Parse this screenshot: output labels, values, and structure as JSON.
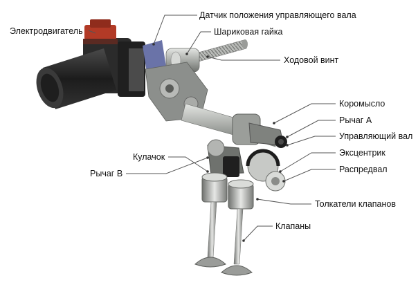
{
  "labels": {
    "motor": "Электродвигатель",
    "shaft_sensor": "Датчик положения управляющего вала",
    "ball_nut": "Шариковая гайка",
    "lead_screw": "Ходовой винт",
    "rocker": "Коромысло",
    "lever_a": "Рычаг A",
    "control_shaft": "Управляющий вал",
    "eccentric": "Эксцентрик",
    "camshaft": "Распредвал",
    "cam": "Кулачок",
    "lever_b": "Рычаг B",
    "tappets": "Толкатели клапанов",
    "valves": "Клапаны"
  },
  "colors": {
    "body_dark": "#2a2a2a",
    "body_gray": "#8c8f8c",
    "metal_light": "#c9cbc8",
    "sensor_red": "#b23a26",
    "bracket_blue": "#6a73a8",
    "leader": "#555555"
  }
}
